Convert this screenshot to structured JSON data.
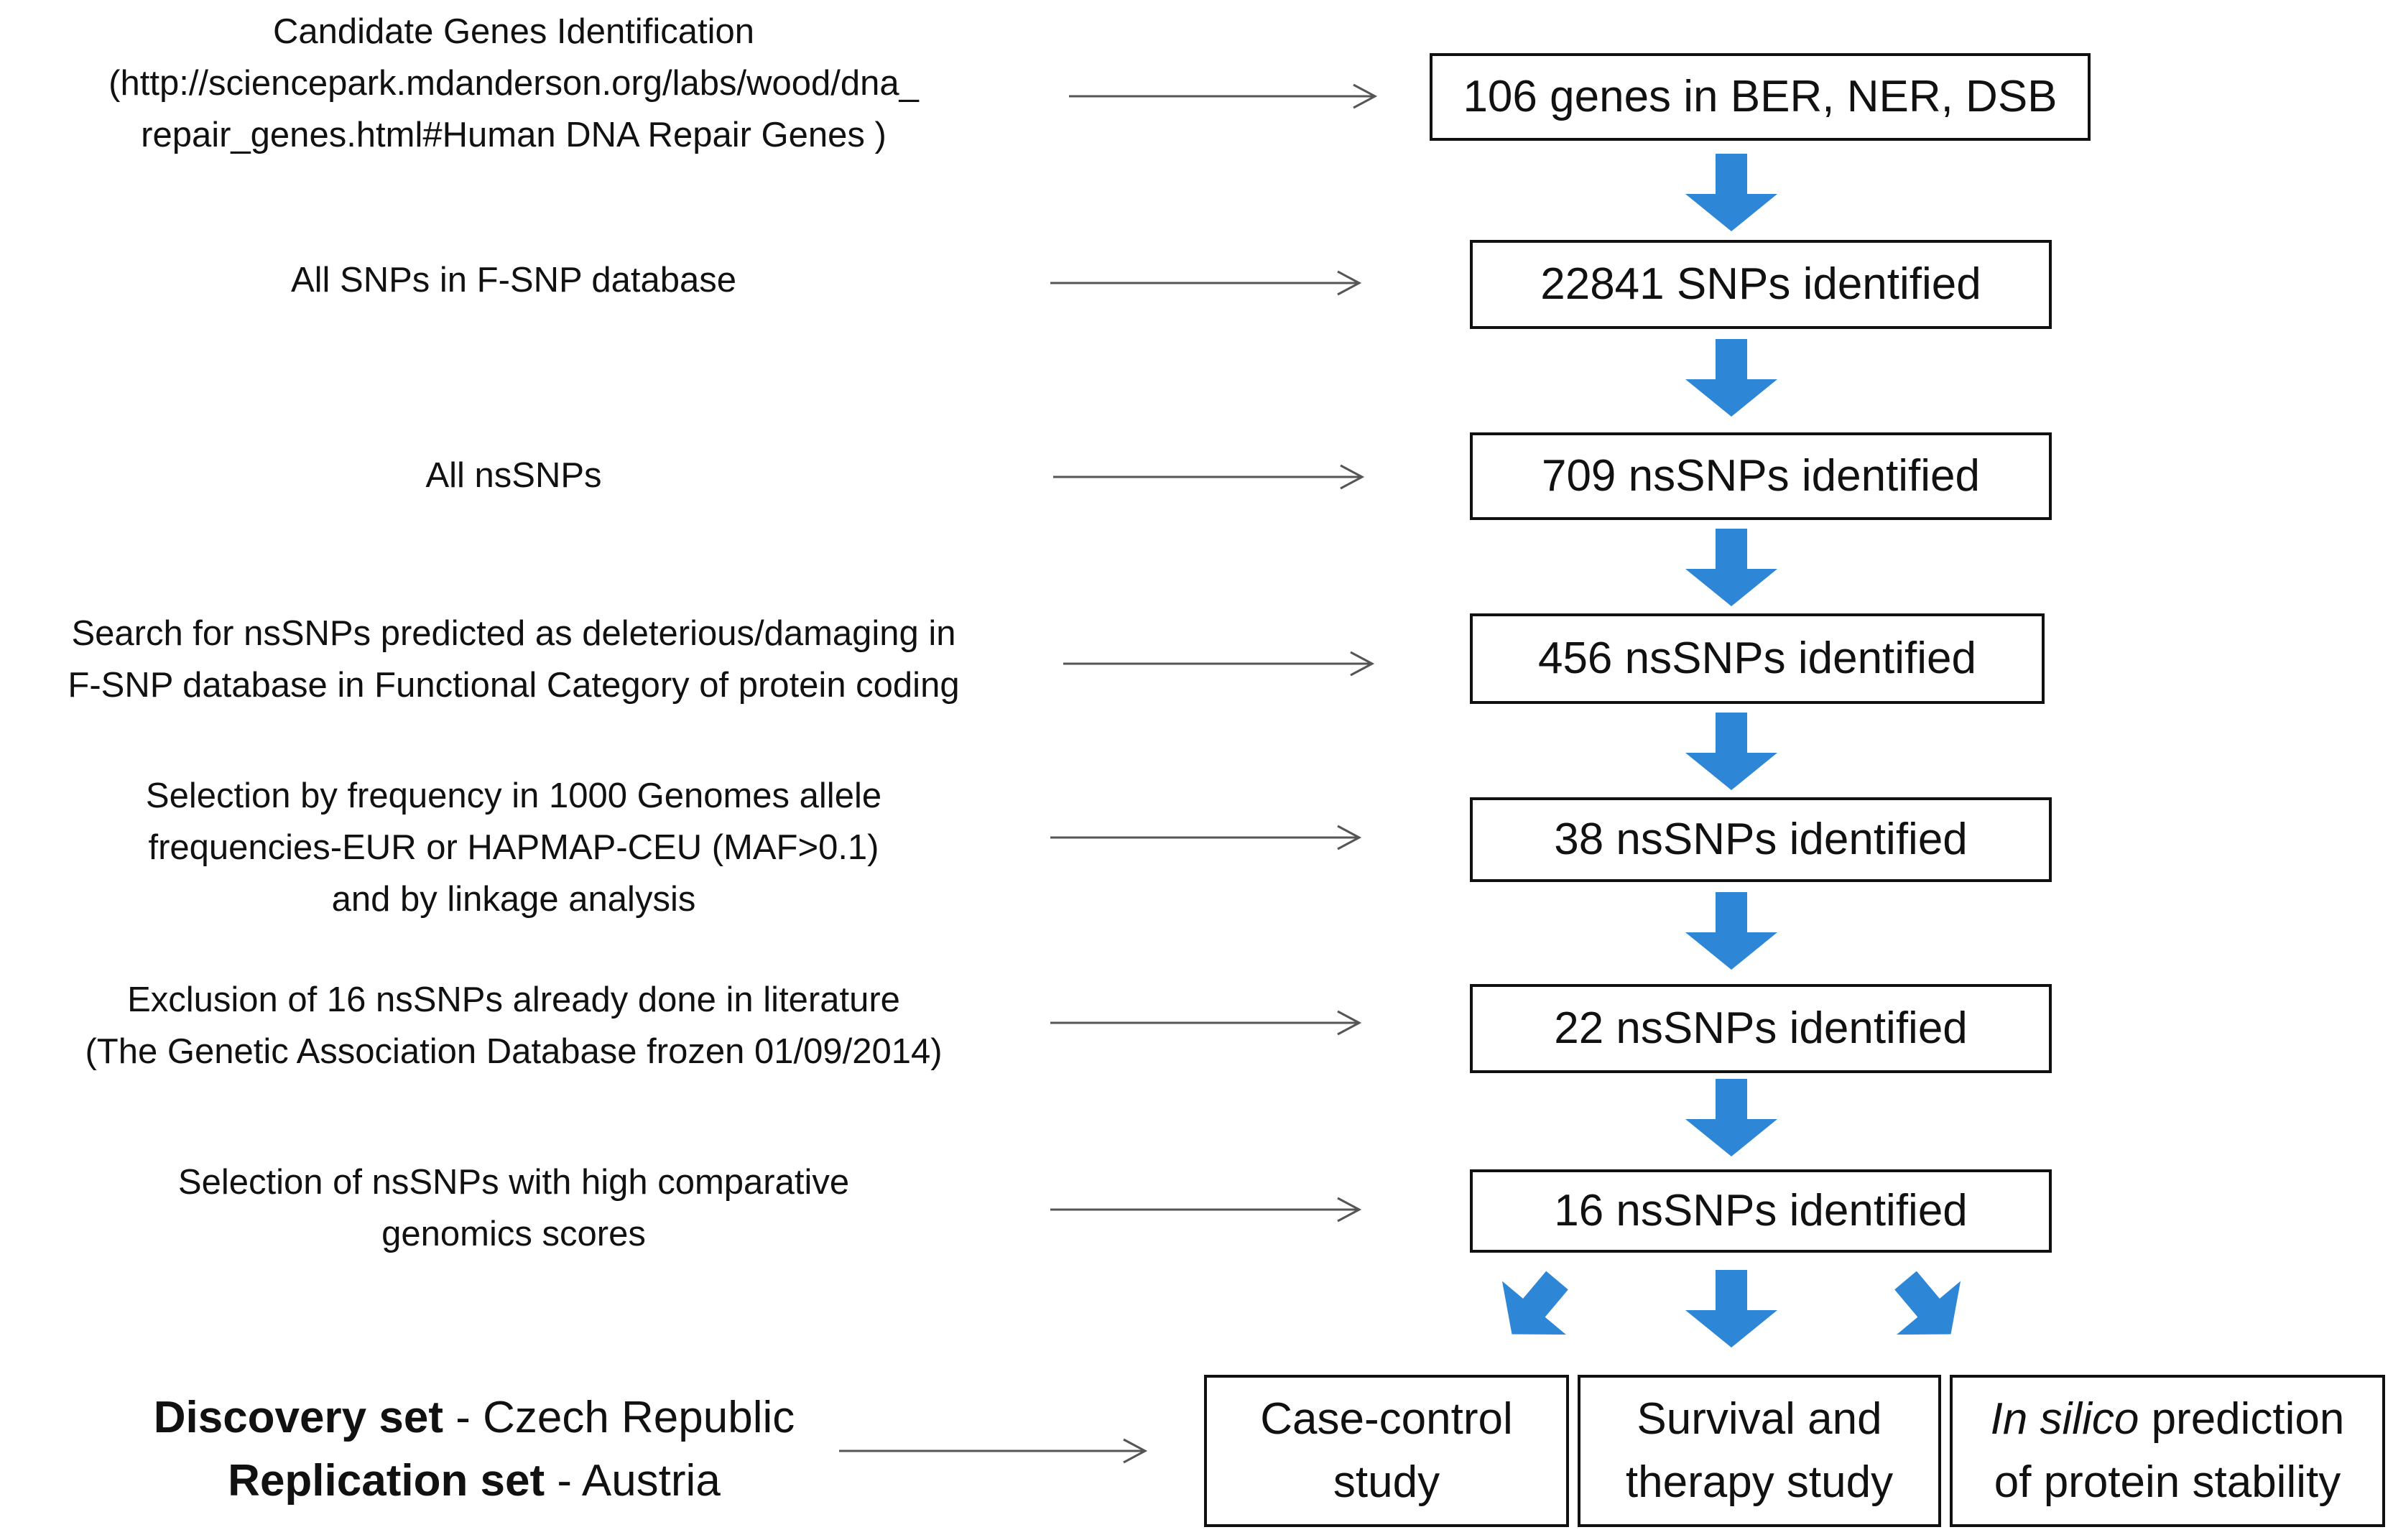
{
  "steps": [
    {
      "description": "Candidate Genes Identification\n(http://sciencepark.mdanderson.org/labs/wood/dna_\nrepair_genes.html#Human DNA Repair Genes )",
      "result": "106 genes in BER, NER, DSB"
    },
    {
      "description": "All SNPs in F-SNP database",
      "result": "22841 SNPs identified"
    },
    {
      "description": "All nsSNPs",
      "result": "709 nsSNPs identified"
    },
    {
      "description": "Search for nsSNPs predicted as deleterious/damaging in\nF-SNP database in Functional Category of protein coding",
      "result": "456 nsSNPs identified"
    },
    {
      "description": "Selection by frequency in 1000 Genomes allele\nfrequencies-EUR or HAPMAP-CEU (MAF>0.1)\nand by linkage analysis",
      "result": "38 nsSNPs identified"
    },
    {
      "description": "Exclusion of  16 nsSNPs already done in literature\n(The Genetic Association Database frozen 01/09/2014)",
      "result": "22 nsSNPs identified"
    },
    {
      "description": "Selection of nsSNPs with high comparative\ngenomics scores",
      "result": "16 nsSNPs identified"
    }
  ],
  "sets": {
    "discovery_label": "Discovery set",
    "discovery_value": " - Czech Republic",
    "replication_label": "Replication set",
    "replication_value": " - Austria"
  },
  "outcomes": [
    {
      "text_italic": "",
      "text": "Case-control\nstudy"
    },
    {
      "text_italic": "",
      "text": "Survival and\ntherapy study"
    },
    {
      "text_italic": "In silico",
      "text": " prediction\nof protein stability"
    }
  ],
  "colors": {
    "flow_arrow": "#2E86D6",
    "pointer_arrow": "#555555",
    "box_border": "#111111"
  }
}
